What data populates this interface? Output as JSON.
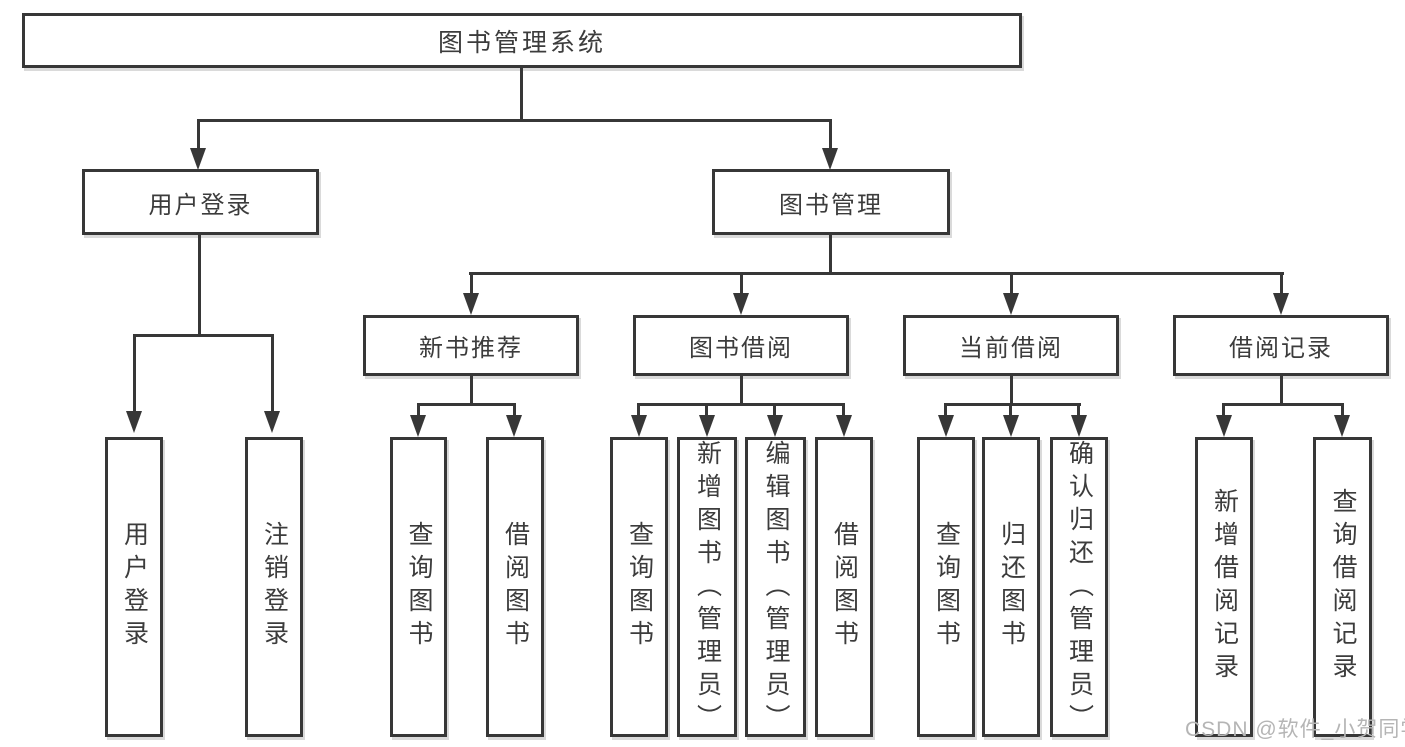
{
  "colors": {
    "line": "#373737",
    "text": "#3c3c3c",
    "box_background": "#ffffff",
    "watermark": "#b5b5b5"
  },
  "watermark": {
    "text": "CSDN @软件_小贺同学"
  },
  "tree": {
    "root": {
      "label": "图书管理系统"
    },
    "branches": [
      {
        "label": "用户登录",
        "children": [
          "用户登录",
          "注销登录"
        ]
      },
      {
        "label": "图书管理",
        "children": [
          {
            "label": "新书推荐",
            "children": [
              "查询图书",
              "借阅图书"
            ]
          },
          {
            "label": "图书借阅",
            "children": [
              "查询图书",
              "新增图书（管理员）",
              "编辑图书（管理员）",
              "借阅图书"
            ]
          },
          {
            "label": "当前借阅",
            "children": [
              "查询图书",
              "归还图书",
              "确认归还（管理员）"
            ]
          },
          {
            "label": "借阅记录",
            "children": [
              "新增借阅记录",
              "查询借阅记录"
            ]
          }
        ]
      }
    ]
  }
}
